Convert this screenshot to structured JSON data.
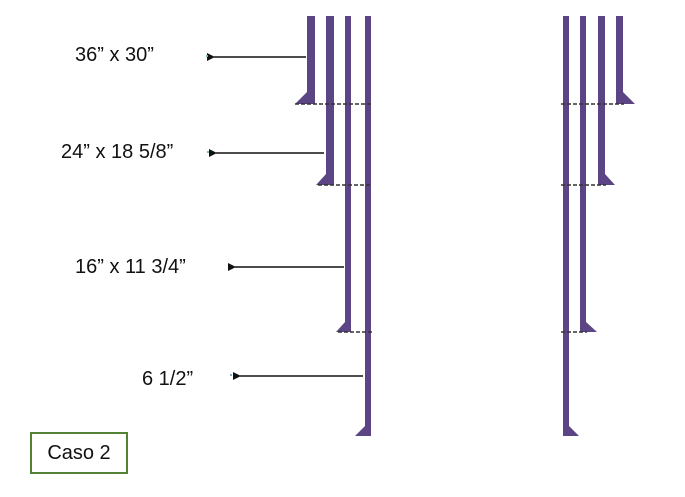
{
  "labels": {
    "level_1": "36” x 30”",
    "level_2": "24” x 18 5/8”",
    "level_3": "16” x 11 3/4”",
    "level_4": "6 1/2”"
  },
  "case_label": "Caso 2",
  "colors": {
    "pipe": "#5b4585",
    "arrow": "#111111",
    "dashed": "#333333",
    "case_border": "#548235",
    "text": "#111111"
  }
}
